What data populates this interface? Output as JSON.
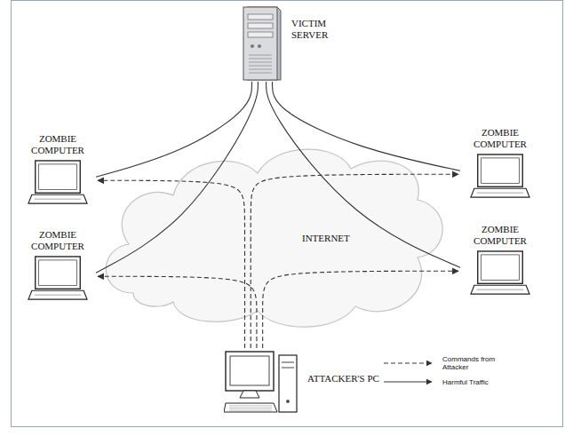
{
  "diagram": {
    "nodes": [
      {
        "text": [
          "VICTIM SERVER"
        ]
      },
      {
        "text": [
          "ZOMBIE COMPUTER"
        ]
      },
      {
        "text": [
          "ZOMBIE COMPUTER"
        ]
      },
      {
        "text": [
          "ZOMBIE COMPUTER"
        ]
      },
      {
        "text": [
          "ZOMBIE COMPUTER"
        ]
      },
      {
        "text": [
          "ATTACKER'S PC"
        ]
      }
    ],
    "edges": [
      {
        "from": 5,
        "to": 1,
        "arrow": "to"
      },
      {
        "from": 5,
        "to": 2,
        "arrow": "to"
      },
      {
        "from": 5,
        "to": 3,
        "arrow": "to"
      },
      {
        "from": 5,
        "to": 4,
        "arrow": "to"
      },
      {
        "from": 1,
        "to": 0,
        "arrow": "none"
      },
      {
        "from": 2,
        "to": 0,
        "arrow": "none"
      },
      {
        "from": 3,
        "to": 0,
        "arrow": "none"
      },
      {
        "from": 4,
        "to": 0,
        "arrow": "none"
      }
    ],
    "labels": [
      "INTERNET"
    ],
    "legend": [
      {
        "text": "Commands from Attacker"
      },
      {
        "text": "Harmful Traffic"
      }
    ]
  }
}
